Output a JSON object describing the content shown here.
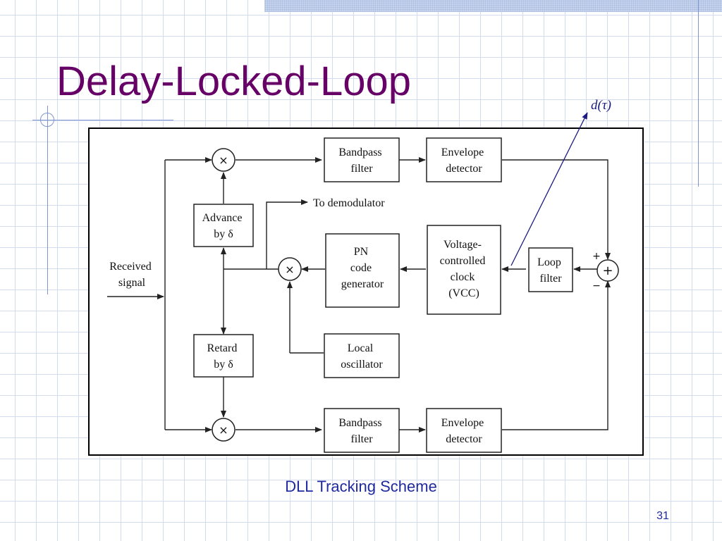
{
  "slide": {
    "title": "Delay-Locked-Loop",
    "caption": "DLL Tracking Scheme",
    "page_number": "31"
  },
  "diagram": {
    "annotation": "d(τ)",
    "input_label": [
      "Received",
      "signal"
    ],
    "blocks": {
      "bandpass_top": [
        "Bandpass",
        "filter"
      ],
      "envelope_top": [
        "Envelope",
        "detector"
      ],
      "advance": [
        "Advance",
        "by δ"
      ],
      "pn_gen": [
        "PN",
        "code",
        "generator"
      ],
      "vcc": [
        "Voltage-",
        "controlled",
        "clock",
        "(VCC)"
      ],
      "loop_filter": [
        "Loop",
        "filter"
      ],
      "retard": [
        "Retard",
        "by δ"
      ],
      "local_osc": [
        "Local",
        "oscillator"
      ],
      "bandpass_bottom": [
        "Bandpass",
        "filter"
      ],
      "envelope_bottom": [
        "Envelope",
        "detector"
      ]
    },
    "to_demod": "To demodulator",
    "multiplier_symbol": "×",
    "summer_symbol": "+",
    "sign_plus": "+",
    "sign_minus": "−"
  }
}
